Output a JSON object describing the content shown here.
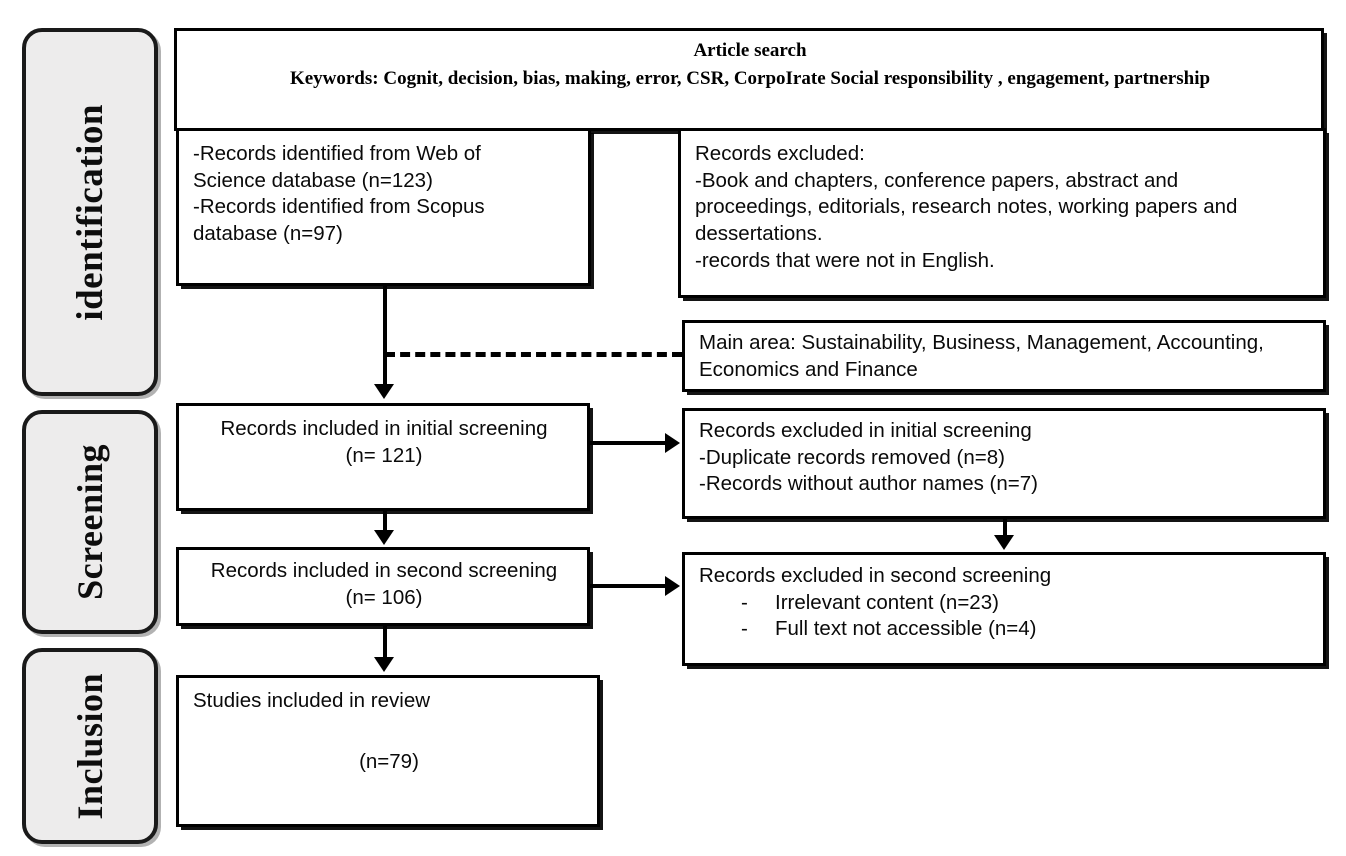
{
  "diagram": {
    "title": "PRISMA article selection flow diagram",
    "accent_color": "#000000",
    "stage_fill": "#edecec"
  },
  "stages": [
    {
      "id": "identification",
      "label": "identification"
    },
    {
      "id": "screening",
      "label": "Screening"
    },
    {
      "id": "inclusion",
      "label": "Inclusion"
    }
  ],
  "boxes": {
    "article_search": {
      "line1": "Article search",
      "line2": "Keywords: Cognit, decision, bias, making, error, CSR, CorpoIrate Social responsibility , engagement, partnership"
    },
    "records_identified": {
      "line1": "-Records identified from Web of",
      "line2": "Science database (n=123)",
      "line3": "-Records identified from Scopus",
      "line4": "database (n=97)"
    },
    "records_excluded_identification": {
      "line1": "Records excluded:",
      "line2": "-Book and chapters, conference papers, abstract and",
      "line3": "proceedings, editorials, research notes, working papers and",
      "line4": "dessertations.",
      "line5": "-records that were not in English."
    },
    "main_area": {
      "line1": "Main area: Sustainability, Business, Management, Accounting,",
      "line2": "Economics and Finance"
    },
    "initial_screening_included": {
      "line1": "Records   included in initial screening",
      "line2": "(n= 121)"
    },
    "initial_screening_excluded": {
      "line1": "Records excluded in initial screening",
      "line2": "-Duplicate records removed (n=8)",
      "line3": "-Records without author names (n=7)"
    },
    "second_screening_included": {
      "line1": "Records included in second screening",
      "line2": "(n= 106)"
    },
    "second_screening_excluded": {
      "line1": "Records excluded in second screening",
      "bullet_marker": "-",
      "item1": "Irrelevant content (n=23)",
      "item2": "Full text not accessible (n=4)"
    },
    "studies_included": {
      "line1": "Studies included in review",
      "line2": "(n=79)"
    }
  },
  "counts": {
    "web_of_science": 123,
    "scopus": 97,
    "initial_screening": 121,
    "duplicates_removed": 8,
    "no_author_names": 7,
    "second_screening": 106,
    "irrelevant_content": 23,
    "full_text_not_accessible": 4,
    "studies_in_review": 79
  }
}
